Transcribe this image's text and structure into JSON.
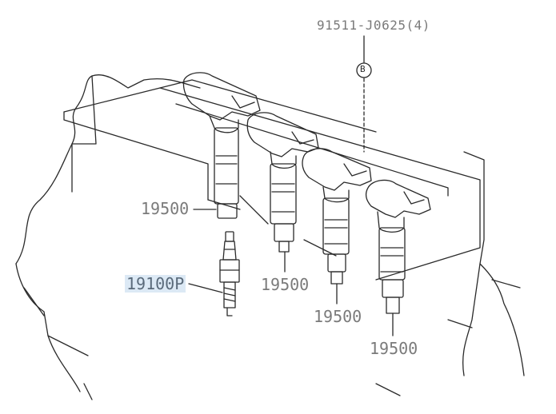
{
  "diagram": {
    "callouts": {
      "bolt": "91511-J0625(4)",
      "bolt_marker": "B",
      "coil_1": "19500",
      "coil_2": "19500",
      "coil_3": "19500",
      "coil_4": "19500",
      "spark_plug": "19100P"
    },
    "colors": {
      "line": "#2a2a2a",
      "label": "#7a7a7a",
      "highlight": "#dce9f5"
    }
  }
}
